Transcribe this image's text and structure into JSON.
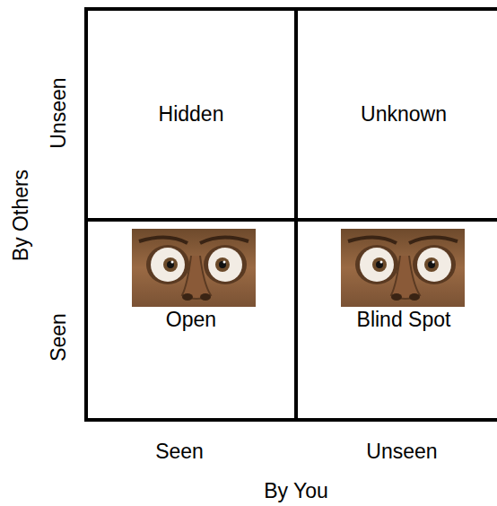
{
  "diagram": {
    "nodes": [
      {
        "text": [
          "Hidden"
        ]
      },
      {
        "text": [
          "Unknown"
        ]
      },
      {
        "text": [
          "Open"
        ]
      },
      {
        "text": [
          "Blind Spot"
        ]
      }
    ],
    "labels": [
      "By Others",
      "Unseen",
      "Seen",
      "Seen",
      "Unseen",
      "By You"
    ]
  }
}
